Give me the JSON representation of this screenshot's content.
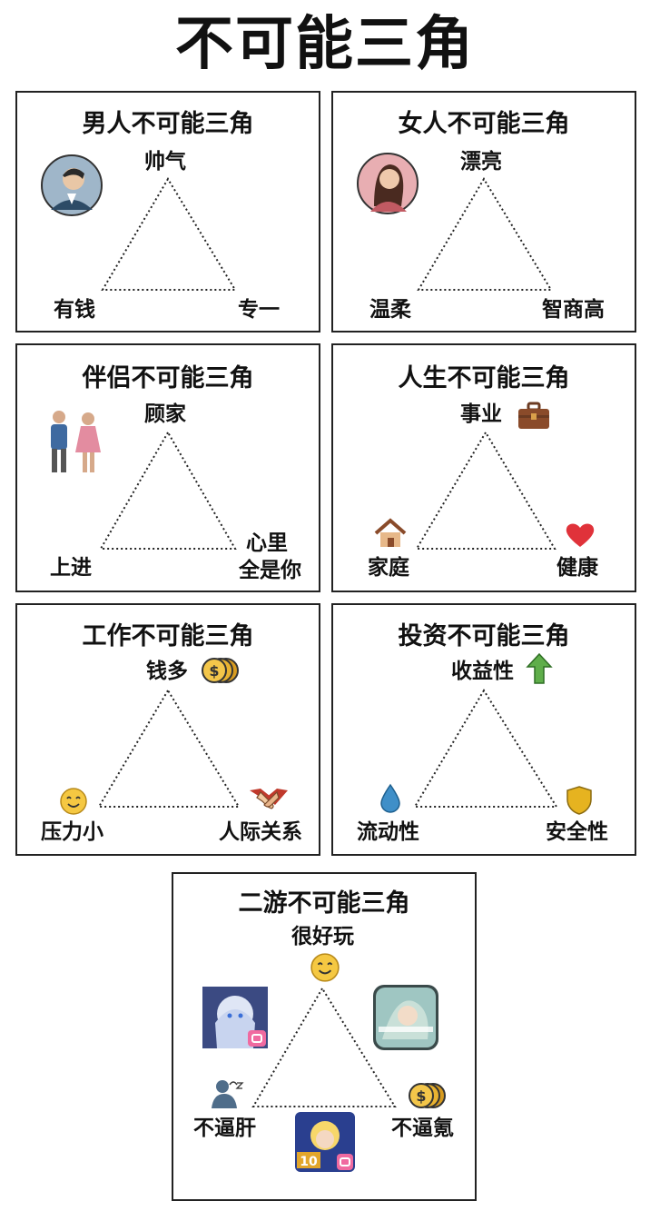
{
  "main_title": "不可能三角",
  "panels": [
    {
      "title": "男人不可能三角",
      "top": "帅气",
      "left": "有钱",
      "right": "专一",
      "icon": "man-avatar-icon"
    },
    {
      "title": "女人不可能三角",
      "top": "漂亮",
      "left": "温柔",
      "right": "智商高",
      "icon": "woman-avatar-icon"
    },
    {
      "title": "伴侣不可能三角",
      "top": "顾家",
      "left": "上进",
      "right_line1": "心里",
      "right_line2": "全是你",
      "icon": "couple-icon"
    },
    {
      "title": "人生不可能三角",
      "top": "事业",
      "left": "家庭",
      "right": "健康",
      "icons": [
        "briefcase-icon",
        "house-icon",
        "heart-icon"
      ]
    },
    {
      "title": "工作不可能三角",
      "top": "钱多",
      "left": "压力小",
      "right": "人际关系",
      "icons": [
        "coins-icon",
        "smiley-icon",
        "handshake-icon"
      ]
    },
    {
      "title": "投资不可能三角",
      "top": "收益性",
      "left": "流动性",
      "right": "安全性",
      "icons": [
        "up-arrow-icon",
        "droplet-icon",
        "shield-icon"
      ]
    },
    {
      "title": "二游不可能三角",
      "top": "很好玩",
      "left": "不逼肝",
      "right": "不逼氪",
      "icons": [
        "smiley-icon",
        "tired-person-icon",
        "coins-icon",
        "game-icon-left",
        "game-icon-right",
        "game-icon-bottom"
      ]
    }
  ],
  "colors": {
    "border": "#222222",
    "heart": "#e0323a",
    "arrow": "#4a9a3a",
    "shield": "#e6b320",
    "droplet": "#3f8fc8",
    "coin": "#e8b230"
  }
}
